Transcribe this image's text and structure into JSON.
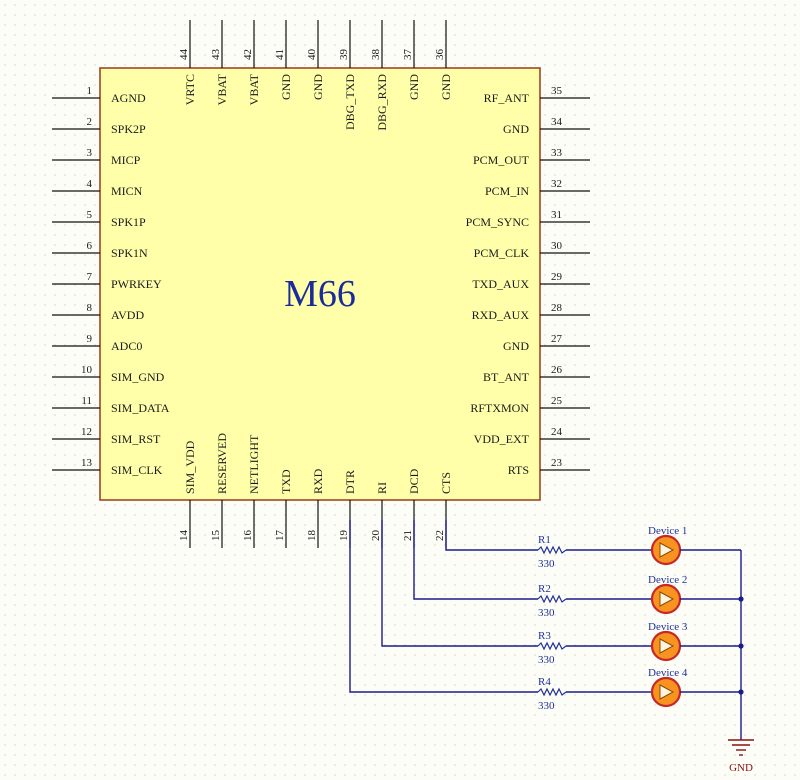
{
  "chip": {
    "name": "M66",
    "pins_left": [
      {
        "num": "1",
        "label": "AGND"
      },
      {
        "num": "2",
        "label": "SPK2P"
      },
      {
        "num": "3",
        "label": "MICP"
      },
      {
        "num": "4",
        "label": "MICN"
      },
      {
        "num": "5",
        "label": "SPK1P"
      },
      {
        "num": "6",
        "label": "SPK1N"
      },
      {
        "num": "7",
        "label": "PWRKEY"
      },
      {
        "num": "8",
        "label": "AVDD"
      },
      {
        "num": "9",
        "label": "ADC0"
      },
      {
        "num": "10",
        "label": "SIM_GND"
      },
      {
        "num": "11",
        "label": "SIM_DATA"
      },
      {
        "num": "12",
        "label": "SIM_RST"
      },
      {
        "num": "13",
        "label": "SIM_CLK"
      }
    ],
    "pins_right": [
      {
        "num": "35",
        "label": "RF_ANT"
      },
      {
        "num": "34",
        "label": "GND"
      },
      {
        "num": "33",
        "label": "PCM_OUT"
      },
      {
        "num": "32",
        "label": "PCM_IN"
      },
      {
        "num": "31",
        "label": "PCM_SYNC"
      },
      {
        "num": "30",
        "label": "PCM_CLK"
      },
      {
        "num": "29",
        "label": "TXD_AUX"
      },
      {
        "num": "28",
        "label": "RXD_AUX"
      },
      {
        "num": "27",
        "label": "GND"
      },
      {
        "num": "26",
        "label": "BT_ANT"
      },
      {
        "num": "25",
        "label": "RFTXMON"
      },
      {
        "num": "24",
        "label": "VDD_EXT"
      },
      {
        "num": "23",
        "label": "RTS"
      }
    ],
    "pins_top": [
      {
        "num": "44",
        "label": "VRTC"
      },
      {
        "num": "43",
        "label": "VBAT"
      },
      {
        "num": "42",
        "label": "VBAT"
      },
      {
        "num": "41",
        "label": "GND"
      },
      {
        "num": "40",
        "label": "GND"
      },
      {
        "num": "39",
        "label": "DBG_TXD"
      },
      {
        "num": "38",
        "label": "DBG_RXD"
      },
      {
        "num": "37",
        "label": "GND"
      },
      {
        "num": "36",
        "label": "GND"
      }
    ],
    "pins_bottom": [
      {
        "num": "14",
        "label": "SIM_VDD"
      },
      {
        "num": "15",
        "label": "RESERVED"
      },
      {
        "num": "16",
        "label": "NETLIGHT"
      },
      {
        "num": "17",
        "label": "TXD"
      },
      {
        "num": "18",
        "label": "RXD"
      },
      {
        "num": "19",
        "label": "DTR"
      },
      {
        "num": "20",
        "label": "RI"
      },
      {
        "num": "21",
        "label": "DCD"
      },
      {
        "num": "22",
        "label": "CTS"
      }
    ]
  },
  "circuit": [
    {
      "resistor": "R1",
      "value": "330",
      "device": "Device 1",
      "pin": "22"
    },
    {
      "resistor": "R2",
      "value": "330",
      "device": "Device 2",
      "pin": "21"
    },
    {
      "resistor": "R3",
      "value": "330",
      "device": "Device 3",
      "pin": "20"
    },
    {
      "resistor": "R4",
      "value": "330",
      "device": "Device 4",
      "pin": "19"
    }
  ],
  "ground_label": "GND",
  "colors": {
    "chip_fill": "#ffffaa",
    "chip_stroke": "#9a3a1a",
    "title": "#1a2c99",
    "wire": "#1b1b8c",
    "component": "#22309a",
    "led_fill": "#f7931e",
    "led_ring": "#c62828",
    "ground": "#8a1010"
  }
}
